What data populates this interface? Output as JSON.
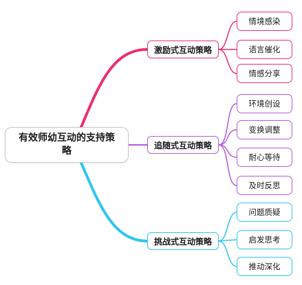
{
  "root": {
    "label": "有效师幼互动的支持策略"
  },
  "branches": [
    {
      "label": "激励式互动策略",
      "color": "#e8316b",
      "leaves": [
        "情境感染",
        "语言催化",
        "情感分享"
      ]
    },
    {
      "label": "追随式互动策略",
      "color": "#b75ad8",
      "leaves": [
        "环境创设",
        "变换调整",
        "耐心等待",
        "及时反思"
      ]
    },
    {
      "label": "挑战式互动策略",
      "color": "#2fc6ec",
      "leaves": [
        "问题质疑",
        "启发思考",
        "推动深化"
      ]
    }
  ]
}
